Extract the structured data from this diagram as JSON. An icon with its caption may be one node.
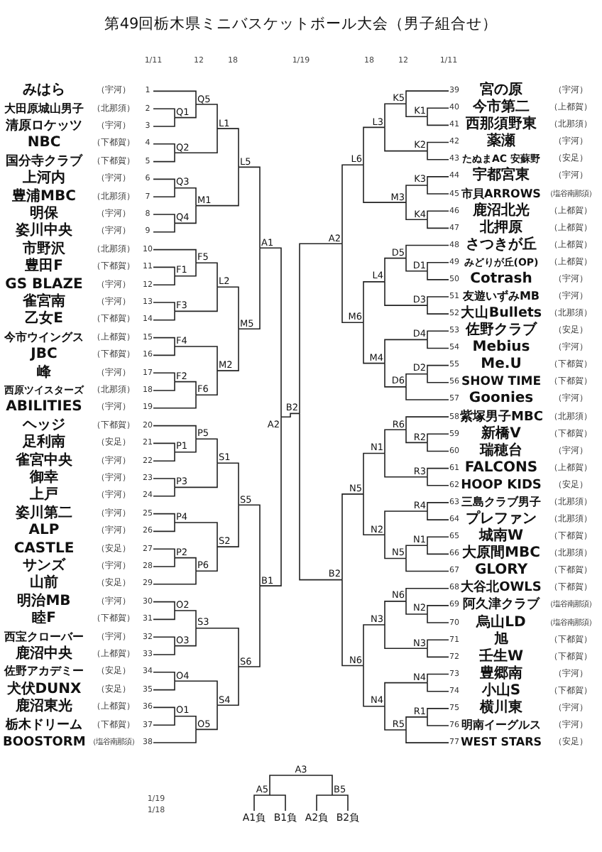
{
  "diagram": {
    "title": "第49回栃木県ミニバスケットボール大会（男子組合せ）",
    "nodes": [
      {
        "text": [
          "みはら"
        ],
        "beside": [
          "（宇河）",
          "1"
        ]
      },
      {
        "text": [
          "大田原城山男子"
        ],
        "beside": [
          "（北那須）",
          "2"
        ]
      },
      {
        "text": [
          "清原ロケッツ"
        ],
        "beside": [
          "（宇河）",
          "3"
        ]
      },
      {
        "text": [
          "NBC"
        ],
        "beside": [
          "（下都賀）",
          "4"
        ]
      },
      {
        "text": [
          "国分寺クラブ"
        ],
        "beside": [
          "（下都賀）",
          "5"
        ]
      },
      {
        "text": [
          "上河内"
        ],
        "beside": [
          "（宇河）",
          "6"
        ]
      },
      {
        "text": [
          "豊浦MBC"
        ],
        "beside": [
          "（北那須）",
          "7"
        ]
      },
      {
        "text": [
          "明保"
        ],
        "beside": [
          "（宇河）",
          "8"
        ]
      },
      {
        "text": [
          "姿川中央"
        ],
        "beside": [
          "（宇河）",
          "9"
        ]
      },
      {
        "text": [
          "市野沢"
        ],
        "beside": [
          "（北那須）",
          "10"
        ]
      },
      {
        "text": [
          "豊田F"
        ],
        "beside": [
          "（下都賀）",
          "11"
        ]
      },
      {
        "text": [
          "GS BLAZE"
        ],
        "beside": [
          "（宇河）",
          "12"
        ]
      },
      {
        "text": [
          "雀宮南"
        ],
        "beside": [
          "（宇河）",
          "13"
        ]
      },
      {
        "text": [
          "乙女E"
        ],
        "beside": [
          "（下都賀）",
          "14"
        ]
      },
      {
        "text": [
          "今市ウイングス"
        ],
        "beside": [
          "（上都賀）",
          "15"
        ]
      },
      {
        "text": [
          "JBC"
        ],
        "beside": [
          "（下都賀）",
          "16"
        ]
      },
      {
        "text": [
          "峰"
        ],
        "beside": [
          "（宇河）",
          "17"
        ]
      },
      {
        "text": [
          "西原ツイスターズ"
        ],
        "beside": [
          "（北那須）",
          "18"
        ]
      },
      {
        "text": [
          "ABILITIES"
        ],
        "beside": [
          "（宇河）",
          "19"
        ]
      },
      {
        "text": [
          "ヘッジ"
        ],
        "beside": [
          "（下都賀）",
          "20"
        ]
      },
      {
        "text": [
          "足利南"
        ],
        "beside": [
          "（安足）",
          "21"
        ]
      },
      {
        "text": [
          "雀宮中央"
        ],
        "beside": [
          "（宇河）",
          "22"
        ]
      },
      {
        "text": [
          "御幸"
        ],
        "beside": [
          "（宇河）",
          "23"
        ]
      },
      {
        "text": [
          "上戸"
        ],
        "beside": [
          "（宇河）",
          "24"
        ]
      },
      {
        "text": [
          "姿川第二"
        ],
        "beside": [
          "（宇河）",
          "25"
        ]
      },
      {
        "text": [
          "ALP"
        ],
        "beside": [
          "（宇河）",
          "26"
        ]
      },
      {
        "text": [
          "CASTLE"
        ],
        "beside": [
          "（安足）",
          "27"
        ]
      },
      {
        "text": [
          "サンズ"
        ],
        "beside": [
          "（宇河）",
          "28"
        ]
      },
      {
        "text": [
          "山前"
        ],
        "beside": [
          "（安足）",
          "29"
        ]
      },
      {
        "text": [
          "明治MB"
        ],
        "beside": [
          "（宇河）",
          "30"
        ]
      },
      {
        "text": [
          "睦F"
        ],
        "beside": [
          "（下都賀）",
          "31"
        ]
      },
      {
        "text": [
          "西宝クローバー"
        ],
        "beside": [
          "（宇河）",
          "32"
        ]
      },
      {
        "text": [
          "鹿沼中央"
        ],
        "beside": [
          "（上都賀）",
          "33"
        ]
      },
      {
        "text": [
          "佐野アカデミー"
        ],
        "beside": [
          "（安足）",
          "34"
        ]
      },
      {
        "text": [
          "犬伏DUNX"
        ],
        "beside": [
          "（安足）",
          "35"
        ]
      },
      {
        "text": [
          "鹿沼東光"
        ],
        "beside": [
          "（上都賀）",
          "36"
        ]
      },
      {
        "text": [
          "栃木ドリーム"
        ],
        "beside": [
          "（下都賀）",
          "37"
        ]
      },
      {
        "text": [
          "BOOSTORM"
        ],
        "beside": [
          "（塩谷南那須）",
          "38"
        ]
      },
      {
        "text": [
          "宮の原"
        ],
        "beside": [
          "39",
          "（宇河）"
        ]
      },
      {
        "text": [
          "今市第二"
        ],
        "beside": [
          "40",
          "（上都賀）"
        ]
      },
      {
        "text": [
          "西那須野東"
        ],
        "beside": [
          "41",
          "（北那須）"
        ]
      },
      {
        "text": [
          "薬瀬"
        ],
        "beside": [
          "42",
          "（宇河）"
        ]
      },
      {
        "text": [
          "たぬまAC 安蘇野"
        ],
        "beside": [
          "43",
          "（安足）"
        ]
      },
      {
        "text": [
          "宇都宮東"
        ],
        "beside": [
          "44",
          "（宇河）"
        ]
      },
      {
        "text": [
          "市貝ARROWS"
        ],
        "beside": [
          "45",
          "（塩谷南那須）"
        ]
      },
      {
        "text": [
          "鹿沼北光"
        ],
        "beside": [
          "46",
          "（上都賀）"
        ]
      },
      {
        "text": [
          "北押原"
        ],
        "beside": [
          "47",
          "（上都賀）"
        ]
      },
      {
        "text": [
          "さつきが丘"
        ],
        "beside": [
          "48",
          "（上都賀）"
        ]
      },
      {
        "text": [
          "みどりが丘(OP)"
        ],
        "beside": [
          "49",
          "（上都賀）"
        ]
      },
      {
        "text": [
          "Cotrash"
        ],
        "beside": [
          "50",
          "（宇河）"
        ]
      },
      {
        "text": [
          "友遊いずみMB"
        ],
        "beside": [
          "51",
          "（宇河）"
        ]
      },
      {
        "text": [
          "大山Bullets"
        ],
        "beside": [
          "52",
          "（北那須）"
        ]
      },
      {
        "text": [
          "佐野クラブ"
        ],
        "beside": [
          "53",
          "（安足）"
        ]
      },
      {
        "text": [
          "Mebius"
        ],
        "beside": [
          "54",
          "（宇河）"
        ]
      },
      {
        "text": [
          "Me.U"
        ],
        "beside": [
          "55",
          "（下都賀）"
        ]
      },
      {
        "text": [
          "SHOW TIME"
        ],
        "beside": [
          "56",
          "（下都賀）"
        ]
      },
      {
        "text": [
          "Goonies"
        ],
        "beside": [
          "57",
          "（宇河）"
        ]
      },
      {
        "text": [
          "紫塚男子MBC"
        ],
        "beside": [
          "58",
          "（北那須）"
        ]
      },
      {
        "text": [
          "新橋V"
        ],
        "beside": [
          "59",
          "（下都賀）"
        ]
      },
      {
        "text": [
          "瑞穂台"
        ],
        "beside": [
          "60",
          "（宇河）"
        ]
      },
      {
        "text": [
          "FALCONS"
        ],
        "beside": [
          "61",
          "（上都賀）"
        ]
      },
      {
        "text": [
          "HOOP KIDS"
        ],
        "beside": [
          "62",
          "（安足）"
        ]
      },
      {
        "text": [
          "三島クラブ男子"
        ],
        "beside": [
          "63",
          "（北那須）"
        ]
      },
      {
        "text": [
          "プレファン"
        ],
        "beside": [
          "64",
          "（北那須）"
        ]
      },
      {
        "text": [
          "城南W"
        ],
        "beside": [
          "65",
          "（下都賀）"
        ]
      },
      {
        "text": [
          "大原間MBC"
        ],
        "beside": [
          "66",
          "（北那須）"
        ]
      },
      {
        "text": [
          "GLORY"
        ],
        "beside": [
          "67",
          "（下都賀）"
        ]
      },
      {
        "text": [
          "大谷北OWLS"
        ],
        "beside": [
          "68",
          "（下都賀）"
        ]
      },
      {
        "text": [
          "阿久津クラブ"
        ],
        "beside": [
          "69",
          "（塩谷南那須）"
        ]
      },
      {
        "text": [
          "烏山LD"
        ],
        "beside": [
          "70",
          "（塩谷南那須）"
        ]
      },
      {
        "text": [
          "旭"
        ],
        "beside": [
          "71",
          "（下都賀）"
        ]
      },
      {
        "text": [
          "壬生W"
        ],
        "beside": [
          "72",
          "（下都賀）"
        ]
      },
      {
        "text": [
          "豊郷南"
        ],
        "beside": [
          "73",
          "（宇河）"
        ]
      },
      {
        "text": [
          "小山S"
        ],
        "beside": [
          "74",
          "（下都賀）"
        ]
      },
      {
        "text": [
          "横川東"
        ],
        "beside": [
          "75",
          "（宇河）"
        ]
      },
      {
        "text": [
          "明南イーグルス"
        ],
        "beside": [
          "76",
          "（宇河）"
        ]
      },
      {
        "text": [
          "WEST STARS"
        ],
        "beside": [
          "77",
          "（安足）"
        ]
      },
      {
        "text": [
          "Q1"
        ]
      },
      {
        "text": [
          "Q5"
        ]
      },
      {
        "text": [
          "Q2"
        ]
      },
      {
        "text": [
          "L1"
        ]
      },
      {
        "text": [
          "Q3"
        ]
      },
      {
        "text": [
          "Q4"
        ]
      },
      {
        "text": [
          "M1"
        ]
      },
      {
        "text": [
          "L5"
        ]
      },
      {
        "text": [
          "F1"
        ]
      },
      {
        "text": [
          "F5"
        ]
      },
      {
        "text": [
          "F3"
        ]
      },
      {
        "text": [
          "L2"
        ]
      },
      {
        "text": [
          "F4"
        ]
      },
      {
        "text": [
          "F2"
        ]
      },
      {
        "text": [
          "F6"
        ]
      },
      {
        "text": [
          "M2"
        ]
      },
      {
        "text": [
          "M5"
        ]
      },
      {
        "text": [
          "A1"
        ]
      },
      {
        "text": [
          "P1"
        ]
      },
      {
        "text": [
          "P5"
        ]
      },
      {
        "text": [
          "P3"
        ]
      },
      {
        "text": [
          "S1"
        ]
      },
      {
        "text": [
          "P4"
        ]
      },
      {
        "text": [
          "P2"
        ]
      },
      {
        "text": [
          "P6"
        ]
      },
      {
        "text": [
          "S2"
        ]
      },
      {
        "text": [
          "S5"
        ]
      },
      {
        "text": [
          "O2"
        ]
      },
      {
        "text": [
          "O3"
        ]
      },
      {
        "text": [
          "S3"
        ]
      },
      {
        "text": [
          "O4"
        ]
      },
      {
        "text": [
          "O1"
        ]
      },
      {
        "text": [
          "O5"
        ]
      },
      {
        "text": [
          "S4"
        ]
      },
      {
        "text": [
          "S6"
        ]
      },
      {
        "text": [
          "B1"
        ]
      },
      {
        "text": [
          "A2"
        ]
      },
      {
        "text": [
          "K1"
        ]
      },
      {
        "text": [
          "K5"
        ]
      },
      {
        "text": [
          "K2"
        ]
      },
      {
        "text": [
          "L3"
        ]
      },
      {
        "text": [
          "K3"
        ]
      },
      {
        "text": [
          "K4"
        ]
      },
      {
        "text": [
          "M3"
        ]
      },
      {
        "text": [
          "L6"
        ]
      },
      {
        "text": [
          "D1"
        ]
      },
      {
        "text": [
          "D5"
        ]
      },
      {
        "text": [
          "D3"
        ]
      },
      {
        "text": [
          "L4"
        ]
      },
      {
        "text": [
          "D4"
        ]
      },
      {
        "text": [
          "D2"
        ]
      },
      {
        "text": [
          "D6"
        ]
      },
      {
        "text": [
          "M4"
        ]
      },
      {
        "text": [
          "M6"
        ]
      },
      {
        "text": [
          "A2"
        ]
      },
      {
        "text": [
          "R2"
        ]
      },
      {
        "text": [
          "R6"
        ]
      },
      {
        "text": [
          "R3"
        ]
      },
      {
        "text": [
          "N1"
        ]
      },
      {
        "text": [
          "R4"
        ]
      },
      {
        "text": [
          "N1"
        ]
      },
      {
        "text": [
          "N5"
        ]
      },
      {
        "text": [
          "N2"
        ]
      },
      {
        "text": [
          "N5"
        ]
      },
      {
        "text": [
          "N2"
        ]
      },
      {
        "text": [
          "N6"
        ]
      },
      {
        "text": [
          "N3"
        ]
      },
      {
        "text": [
          "N3"
        ]
      },
      {
        "text": [
          "N4"
        ]
      },
      {
        "text": [
          "R1"
        ]
      },
      {
        "text": [
          "R5"
        ]
      },
      {
        "text": [
          "N4"
        ]
      },
      {
        "text": [
          "N6"
        ]
      },
      {
        "text": [
          "B2"
        ]
      },
      {
        "text": [
          "B2"
        ]
      },
      {
        "text": [
          "A3"
        ]
      },
      {
        "text": [
          "A5"
        ]
      },
      {
        "text": [
          "B5"
        ]
      },
      {
        "text": [
          "A1負"
        ]
      },
      {
        "text": [
          "B1負"
        ]
      },
      {
        "text": [
          "A2負"
        ]
      },
      {
        "text": [
          "B2負"
        ]
      }
    ],
    "edges": [
      {
        "from": 1,
        "to": 77,
        "arrow": "none"
      },
      {
        "from": 2,
        "to": 77,
        "arrow": "none"
      },
      {
        "from": 0,
        "to": 78,
        "arrow": "none"
      },
      {
        "from": 77,
        "to": 78,
        "arrow": "none"
      },
      {
        "from": 3,
        "to": 79,
        "arrow": "none"
      },
      {
        "from": 4,
        "to": 79,
        "arrow": "none"
      },
      {
        "from": 78,
        "to": 80,
        "arrow": "none"
      },
      {
        "from": 79,
        "to": 80,
        "arrow": "none"
      },
      {
        "from": 5,
        "to": 81,
        "arrow": "none"
      },
      {
        "from": 6,
        "to": 81,
        "arrow": "none"
      },
      {
        "from": 7,
        "to": 82,
        "arrow": "none"
      },
      {
        "from": 8,
        "to": 82,
        "arrow": "none"
      },
      {
        "from": 81,
        "to": 83,
        "arrow": "none"
      },
      {
        "from": 82,
        "to": 83,
        "arrow": "none"
      },
      {
        "from": 80,
        "to": 84,
        "arrow": "none"
      },
      {
        "from": 83,
        "to": 84,
        "arrow": "none"
      },
      {
        "from": 10,
        "to": 85,
        "arrow": "none"
      },
      {
        "from": 11,
        "to": 85,
        "arrow": "none"
      },
      {
        "from": 9,
        "to": 86,
        "arrow": "none"
      },
      {
        "from": 85,
        "to": 86,
        "arrow": "none"
      },
      {
        "from": 12,
        "to": 87,
        "arrow": "none"
      },
      {
        "from": 13,
        "to": 87,
        "arrow": "none"
      },
      {
        "from": 86,
        "to": 88,
        "arrow": "none"
      },
      {
        "from": 87,
        "to": 88,
        "arrow": "none"
      },
      {
        "from": 14,
        "to": 89,
        "arrow": "none"
      },
      {
        "from": 15,
        "to": 89,
        "arrow": "none"
      },
      {
        "from": 16,
        "to": 90,
        "arrow": "none"
      },
      {
        "from": 17,
        "to": 90,
        "arrow": "none"
      },
      {
        "from": 90,
        "to": 91,
        "arrow": "none"
      },
      {
        "from": 18,
        "to": 91,
        "arrow": "none"
      },
      {
        "from": 89,
        "to": 92,
        "arrow": "none"
      },
      {
        "from": 91,
        "to": 92,
        "arrow": "none"
      },
      {
        "from": 88,
        "to": 93,
        "arrow": "none"
      },
      {
        "from": 92,
        "to": 93,
        "arrow": "none"
      },
      {
        "from": 84,
        "to": 94,
        "arrow": "none"
      },
      {
        "from": 93,
        "to": 94,
        "arrow": "none"
      },
      {
        "from": 20,
        "to": 95,
        "arrow": "none"
      },
      {
        "from": 21,
        "to": 95,
        "arrow": "none"
      },
      {
        "from": 19,
        "to": 96,
        "arrow": "none"
      },
      {
        "from": 95,
        "to": 96,
        "arrow": "none"
      },
      {
        "from": 22,
        "to": 97,
        "arrow": "none"
      },
      {
        "from": 23,
        "to": 97,
        "arrow": "none"
      },
      {
        "from": 96,
        "to": 98,
        "arrow": "none"
      },
      {
        "from": 97,
        "to": 98,
        "arrow": "none"
      },
      {
        "from": 24,
        "to": 99,
        "arrow": "none"
      },
      {
        "from": 25,
        "to": 99,
        "arrow": "none"
      },
      {
        "from": 26,
        "to": 100,
        "arrow": "none"
      },
      {
        "from": 27,
        "to": 100,
        "arrow": "none"
      },
      {
        "from": 100,
        "to": 101,
        "arrow": "none"
      },
      {
        "from": 28,
        "to": 101,
        "arrow": "none"
      },
      {
        "from": 99,
        "to": 102,
        "arrow": "none"
      },
      {
        "from": 101,
        "to": 102,
        "arrow": "none"
      },
      {
        "from": 98,
        "to": 103,
        "arrow": "none"
      },
      {
        "from": 102,
        "to": 103,
        "arrow": "none"
      },
      {
        "from": 29,
        "to": 104,
        "arrow": "none"
      },
      {
        "from": 30,
        "to": 104,
        "arrow": "none"
      },
      {
        "from": 31,
        "to": 105,
        "arrow": "none"
      },
      {
        "from": 32,
        "to": 105,
        "arrow": "none"
      },
      {
        "from": 104,
        "to": 106,
        "arrow": "none"
      },
      {
        "from": 105,
        "to": 106,
        "arrow": "none"
      },
      {
        "from": 33,
        "to": 107,
        "arrow": "none"
      },
      {
        "from": 34,
        "to": 107,
        "arrow": "none"
      },
      {
        "from": 35,
        "to": 108,
        "arrow": "none"
      },
      {
        "from": 36,
        "to": 108,
        "arrow": "none"
      },
      {
        "from": 108,
        "to": 109,
        "arrow": "none"
      },
      {
        "from": 37,
        "to": 109,
        "arrow": "none"
      },
      {
        "from": 107,
        "to": 110,
        "arrow": "none"
      },
      {
        "from": 109,
        "to": 110,
        "arrow": "none"
      },
      {
        "from": 106,
        "to": 111,
        "arrow": "none"
      },
      {
        "from": 110,
        "to": 111,
        "arrow": "none"
      },
      {
        "from": 103,
        "to": 112,
        "arrow": "none"
      },
      {
        "from": 111,
        "to": 112,
        "arrow": "none"
      },
      {
        "from": 94,
        "to": 113,
        "arrow": "none"
      },
      {
        "from": 112,
        "to": 113,
        "arrow": "none"
      },
      {
        "from": 39,
        "to": 114,
        "arrow": "none"
      },
      {
        "from": 40,
        "to": 114,
        "arrow": "none"
      },
      {
        "from": 38,
        "to": 115,
        "arrow": "none"
      },
      {
        "from": 114,
        "to": 115,
        "arrow": "none"
      },
      {
        "from": 41,
        "to": 116,
        "arrow": "none"
      },
      {
        "from": 42,
        "to": 116,
        "arrow": "none"
      },
      {
        "from": 115,
        "to": 117,
        "arrow": "none"
      },
      {
        "from": 116,
        "to": 117,
        "arrow": "none"
      },
      {
        "from": 43,
        "to": 118,
        "arrow": "none"
      },
      {
        "from": 44,
        "to": 118,
        "arrow": "none"
      },
      {
        "from": 45,
        "to": 119,
        "arrow": "none"
      },
      {
        "from": 46,
        "to": 119,
        "arrow": "none"
      },
      {
        "from": 118,
        "to": 120,
        "arrow": "none"
      },
      {
        "from": 119,
        "to": 120,
        "arrow": "none"
      },
      {
        "from": 117,
        "to": 121,
        "arrow": "none"
      },
      {
        "from": 120,
        "to": 121,
        "arrow": "none"
      },
      {
        "from": 48,
        "to": 122,
        "arrow": "none"
      },
      {
        "from": 49,
        "to": 122,
        "arrow": "none"
      },
      {
        "from": 47,
        "to": 123,
        "arrow": "none"
      },
      {
        "from": 122,
        "to": 123,
        "arrow": "none"
      },
      {
        "from": 50,
        "to": 124,
        "arrow": "none"
      },
      {
        "from": 51,
        "to": 124,
        "arrow": "none"
      },
      {
        "from": 123,
        "to": 125,
        "arrow": "none"
      },
      {
        "from": 124,
        "to": 125,
        "arrow": "none"
      },
      {
        "from": 52,
        "to": 126,
        "arrow": "none"
      },
      {
        "from": 53,
        "to": 126,
        "arrow": "none"
      },
      {
        "from": 54,
        "to": 127,
        "arrow": "none"
      },
      {
        "from": 55,
        "to": 127,
        "arrow": "none"
      },
      {
        "from": 127,
        "to": 128,
        "arrow": "none"
      },
      {
        "from": 56,
        "to": 128,
        "arrow": "none"
      },
      {
        "from": 126,
        "to": 129,
        "arrow": "none"
      },
      {
        "from": 128,
        "to": 129,
        "arrow": "none"
      },
      {
        "from": 125,
        "to": 130,
        "arrow": "none"
      },
      {
        "from": 129,
        "to": 130,
        "arrow": "none"
      },
      {
        "from": 121,
        "to": 131,
        "arrow": "none"
      },
      {
        "from": 130,
        "to": 131,
        "arrow": "none"
      },
      {
        "from": 58,
        "to": 132,
        "arrow": "none"
      },
      {
        "from": 59,
        "to": 132,
        "arrow": "none"
      },
      {
        "from": 57,
        "to": 133,
        "arrow": "none"
      },
      {
        "from": 132,
        "to": 133,
        "arrow": "none"
      },
      {
        "from": 60,
        "to": 134,
        "arrow": "none"
      },
      {
        "from": 61,
        "to": 134,
        "arrow": "none"
      },
      {
        "from": 133,
        "to": 135,
        "arrow": "none"
      },
      {
        "from": 134,
        "to": 135,
        "arrow": "none"
      },
      {
        "from": 62,
        "to": 136,
        "arrow": "none"
      },
      {
        "from": 63,
        "to": 136,
        "arrow": "none"
      },
      {
        "from": 64,
        "to": 137,
        "arrow": "none"
      },
      {
        "from": 65,
        "to": 137,
        "arrow": "none"
      },
      {
        "from": 137,
        "to": 138,
        "arrow": "none"
      },
      {
        "from": 66,
        "to": 138,
        "arrow": "none"
      },
      {
        "from": 136,
        "to": 139,
        "arrow": "none"
      },
      {
        "from": 138,
        "to": 139,
        "arrow": "none"
      },
      {
        "from": 135,
        "to": 140,
        "arrow": "none"
      },
      {
        "from": 139,
        "to": 140,
        "arrow": "none"
      },
      {
        "from": 68,
        "to": 141,
        "arrow": "none"
      },
      {
        "from": 69,
        "to": 141,
        "arrow": "none"
      },
      {
        "from": 67,
        "to": 142,
        "arrow": "none"
      },
      {
        "from": 141,
        "to": 142,
        "arrow": "none"
      },
      {
        "from": 70,
        "to": 143,
        "arrow": "none"
      },
      {
        "from": 71,
        "to": 143,
        "arrow": "none"
      },
      {
        "from": 142,
        "to": 144,
        "arrow": "none"
      },
      {
        "from": 143,
        "to": 144,
        "arrow": "none"
      },
      {
        "from": 72,
        "to": 145,
        "arrow": "none"
      },
      {
        "from": 73,
        "to": 145,
        "arrow": "none"
      },
      {
        "from": 74,
        "to": 146,
        "arrow": "none"
      },
      {
        "from": 75,
        "to": 146,
        "arrow": "none"
      },
      {
        "from": 146,
        "to": 147,
        "arrow": "none"
      },
      {
        "from": 76,
        "to": 147,
        "arrow": "none"
      },
      {
        "from": 145,
        "to": 148,
        "arrow": "none"
      },
      {
        "from": 147,
        "to": 148,
        "arrow": "none"
      },
      {
        "from": 144,
        "to": 149,
        "arrow": "none"
      },
      {
        "from": 148,
        "to": 149,
        "arrow": "none"
      },
      {
        "from": 140,
        "to": 150,
        "arrow": "none"
      },
      {
        "from": 149,
        "to": 150,
        "arrow": "none"
      },
      {
        "from": 131,
        "to": 151,
        "arrow": "none"
      },
      {
        "from": 150,
        "to": 151,
        "arrow": "none"
      },
      {
        "from": 113,
        "to": 151,
        "arrow": "none"
      },
      {
        "from": 155,
        "to": 153,
        "arrow": "none"
      },
      {
        "from": 156,
        "to": 153,
        "arrow": "none"
      },
      {
        "from": 157,
        "to": 154,
        "arrow": "none"
      },
      {
        "from": 158,
        "to": 154,
        "arrow": "none"
      },
      {
        "from": 153,
        "to": 152,
        "arrow": "none"
      },
      {
        "from": 154,
        "to": 152,
        "arrow": "none"
      }
    ],
    "labels": [
      "1/11",
      "12",
      "18",
      "1/19",
      "18",
      "12",
      "1/11",
      "1/19",
      "1/18"
    ]
  }
}
